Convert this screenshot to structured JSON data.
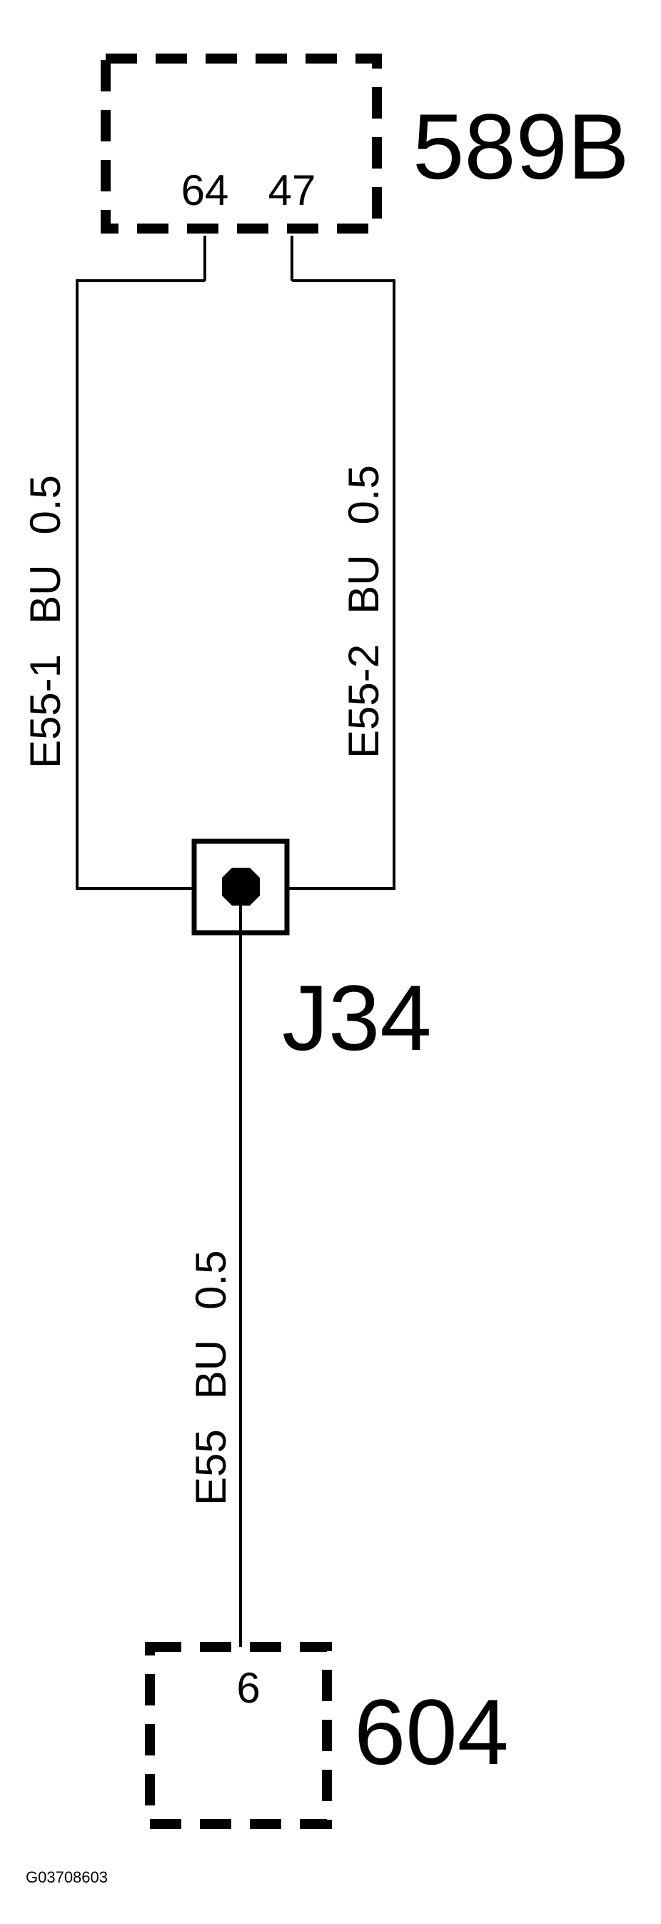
{
  "connectors": {
    "top": {
      "label": "589B",
      "pin_left": "64",
      "pin_right": "47"
    },
    "bottom": {
      "label": "604",
      "pin": "6"
    }
  },
  "splice": {
    "label": "J34"
  },
  "wires": {
    "left": {
      "circuit": "E55-1",
      "color": "BU",
      "gauge": "0.5"
    },
    "right": {
      "circuit": "E55-2",
      "color": "BU",
      "gauge": "0.5"
    },
    "main": {
      "circuit": "E55",
      "color": "BU",
      "gauge": "0.5"
    }
  },
  "figure_code": "G03708603"
}
